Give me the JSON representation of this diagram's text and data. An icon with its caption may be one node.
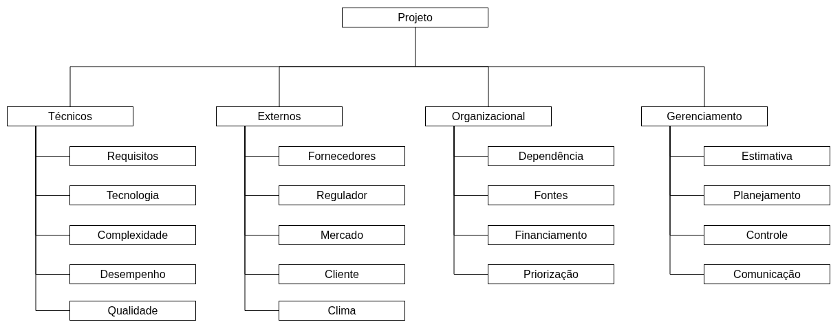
{
  "diagram": {
    "nodes": [
      {
        "text": [
          "Projeto"
        ]
      },
      {
        "text": [
          "Técnicos"
        ]
      },
      {
        "text": [
          "Requisitos"
        ]
      },
      {
        "text": [
          "Tecnologia"
        ]
      },
      {
        "text": [
          "Complexidade"
        ]
      },
      {
        "text": [
          "Desempenho"
        ]
      },
      {
        "text": [
          "Qualidade"
        ]
      },
      {
        "text": [
          "Externos"
        ]
      },
      {
        "text": [
          "Fornecedores"
        ]
      },
      {
        "text": [
          "Regulador"
        ]
      },
      {
        "text": [
          "Mercado"
        ]
      },
      {
        "text": [
          "Cliente"
        ]
      },
      {
        "text": [
          "Clima"
        ]
      },
      {
        "text": [
          "Organizacional"
        ]
      },
      {
        "text": [
          "Dependência"
        ]
      },
      {
        "text": [
          "Fontes"
        ]
      },
      {
        "text": [
          "Financiamento"
        ]
      },
      {
        "text": [
          "Priorização"
        ]
      },
      {
        "text": [
          "Gerenciamento"
        ]
      },
      {
        "text": [
          "Estimativa"
        ]
      },
      {
        "text": [
          "Planejamento"
        ]
      },
      {
        "text": [
          "Controle"
        ]
      },
      {
        "text": [
          "Comunicação"
        ]
      }
    ],
    "edges": [
      {
        "from": 0,
        "to": 1,
        "arrow": "none"
      },
      {
        "from": 0,
        "to": 7,
        "arrow": "none"
      },
      {
        "from": 0,
        "to": 13,
        "arrow": "none"
      },
      {
        "from": 0,
        "to": 18,
        "arrow": "none"
      },
      {
        "from": 1,
        "to": 2,
        "arrow": "none"
      },
      {
        "from": 1,
        "to": 3,
        "arrow": "none"
      },
      {
        "from": 1,
        "to": 4,
        "arrow": "none"
      },
      {
        "from": 1,
        "to": 5,
        "arrow": "none"
      },
      {
        "from": 1,
        "to": 6,
        "arrow": "none"
      },
      {
        "from": 7,
        "to": 8,
        "arrow": "none"
      },
      {
        "from": 7,
        "to": 9,
        "arrow": "none"
      },
      {
        "from": 7,
        "to": 10,
        "arrow": "none"
      },
      {
        "from": 7,
        "to": 11,
        "arrow": "none"
      },
      {
        "from": 7,
        "to": 12,
        "arrow": "none"
      },
      {
        "from": 13,
        "to": 14,
        "arrow": "none"
      },
      {
        "from": 13,
        "to": 15,
        "arrow": "none"
      },
      {
        "from": 13,
        "to": 16,
        "arrow": "none"
      },
      {
        "from": 13,
        "to": 17,
        "arrow": "none"
      },
      {
        "from": 18,
        "to": 19,
        "arrow": "none"
      },
      {
        "from": 18,
        "to": 20,
        "arrow": "none"
      },
      {
        "from": 18,
        "to": 21,
        "arrow": "none"
      },
      {
        "from": 18,
        "to": 22,
        "arrow": "none"
      }
    ]
  }
}
